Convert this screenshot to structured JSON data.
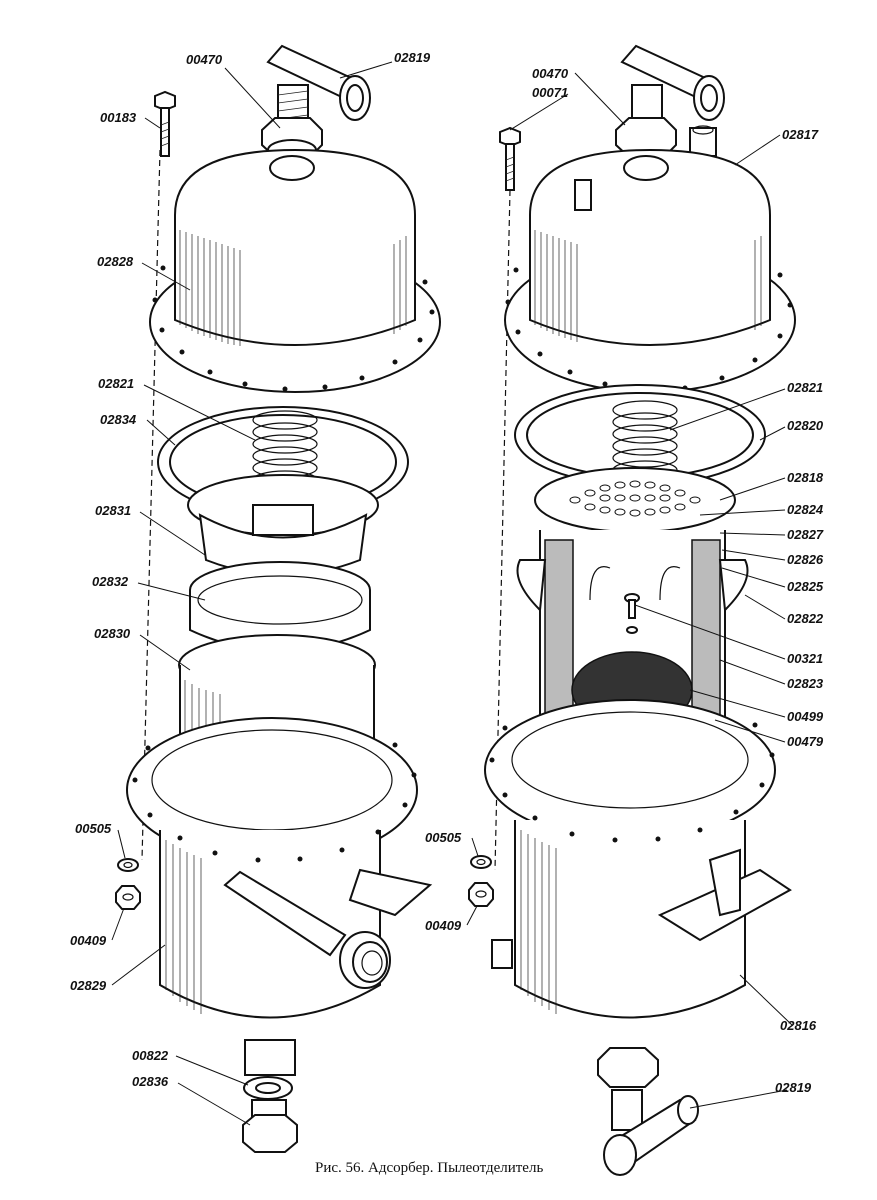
{
  "caption": "Рис. 56. Адсорбер. Пылеотделитель",
  "left_assembly": {
    "labels": [
      {
        "text": "00470"
      },
      {
        "text": "02819"
      },
      {
        "text": "00183"
      },
      {
        "text": "02828"
      },
      {
        "text": "02821"
      },
      {
        "text": "02834"
      },
      {
        "text": "02831"
      },
      {
        "text": "02832"
      },
      {
        "text": "02830"
      },
      {
        "text": "00505"
      },
      {
        "text": "00409"
      },
      {
        "text": "02829"
      },
      {
        "text": "00822"
      },
      {
        "text": "02836"
      }
    ]
  },
  "right_assembly": {
    "labels": [
      {
        "text": "00470"
      },
      {
        "text": "00071"
      },
      {
        "text": "02817"
      },
      {
        "text": "02821"
      },
      {
        "text": "02820"
      },
      {
        "text": "02818"
      },
      {
        "text": "02824"
      },
      {
        "text": "02827"
      },
      {
        "text": "02826"
      },
      {
        "text": "02825"
      },
      {
        "text": "02822"
      },
      {
        "text": "00321"
      },
      {
        "text": "02823"
      },
      {
        "text": "00499"
      },
      {
        "text": "00479"
      },
      {
        "text": "00505"
      },
      {
        "text": "00409"
      },
      {
        "text": "02816"
      },
      {
        "text": "02819"
      }
    ]
  }
}
